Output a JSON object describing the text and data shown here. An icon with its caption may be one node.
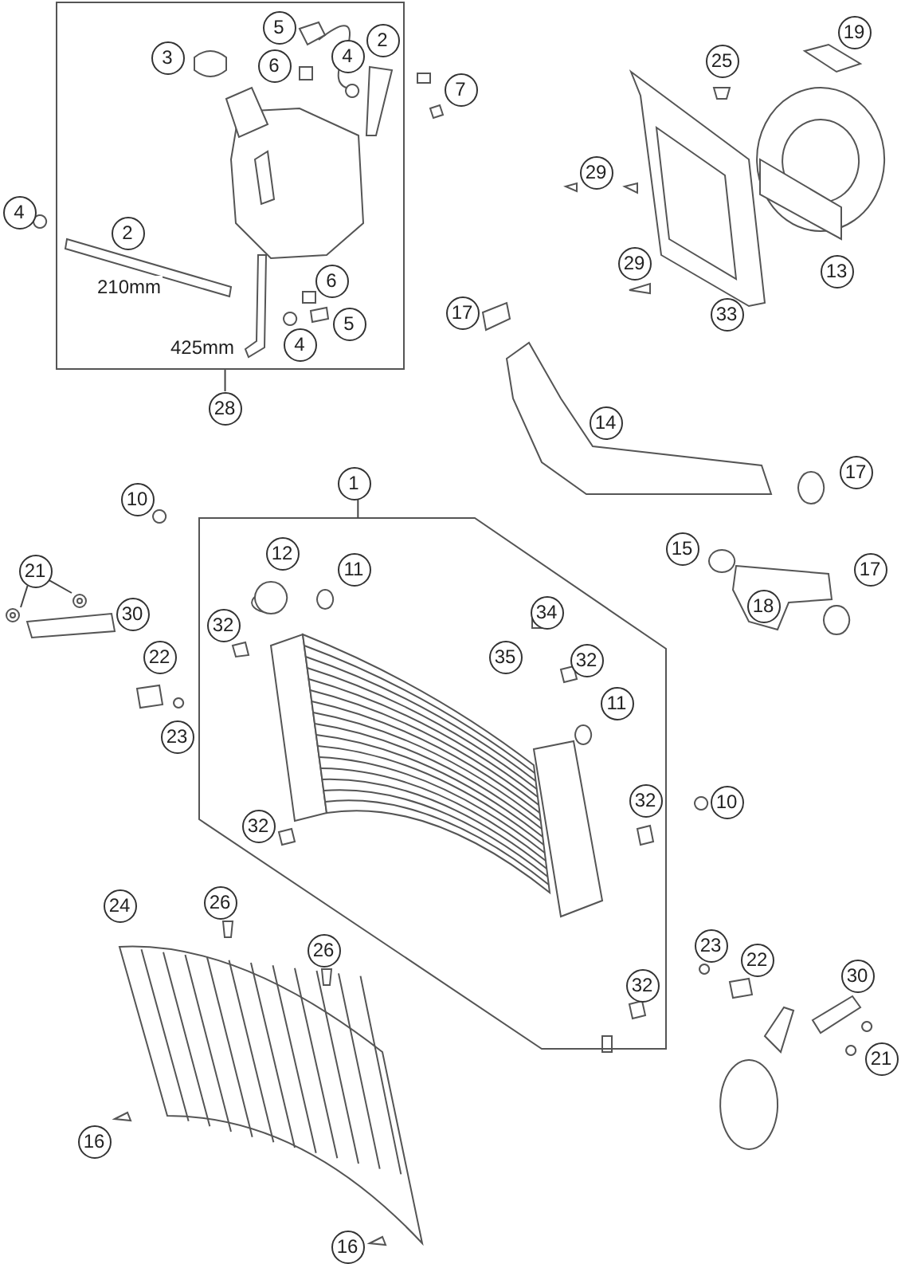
{
  "diagram": {
    "nodes": [
      {
        "text": [],
        "shape": "box"
      },
      {
        "text": [
          "3"
        ],
        "in": 0
      },
      {
        "text": [
          "5"
        ],
        "in": 0
      },
      {
        "text": [
          "2"
        ],
        "in": 0
      },
      {
        "text": [
          "6"
        ],
        "in": 0
      },
      {
        "text": [
          "4"
        ],
        "in": 0
      },
      {
        "text": [
          "7"
        ]
      },
      {
        "text": [
          "4"
        ]
      },
      {
        "text": [
          "2"
        ],
        "in": 0
      },
      {
        "text": [
          "6"
        ],
        "in": 0
      },
      {
        "text": [
          "5"
        ],
        "in": 0
      },
      {
        "text": [
          "4"
        ],
        "in": 0
      },
      {
        "text": [
          "28"
        ]
      },
      {
        "text": [
          "19"
        ]
      },
      {
        "text": [
          "25"
        ]
      },
      {
        "text": [
          "29"
        ]
      },
      {
        "text": [
          "29"
        ]
      },
      {
        "text": [
          "13"
        ]
      },
      {
        "text": [
          "17"
        ]
      },
      {
        "text": [
          "33"
        ]
      },
      {
        "text": [
          "14"
        ]
      },
      {
        "text": [
          "17"
        ]
      },
      {
        "text": [
          "1"
        ]
      },
      {
        "text": [
          "10"
        ]
      },
      {
        "text": [],
        "shape": "hexagon"
      },
      {
        "text": [
          "12"
        ],
        "in": 24
      },
      {
        "text": [
          "15"
        ]
      },
      {
        "text": [
          "11"
        ],
        "in": 24
      },
      {
        "text": [
          "17"
        ]
      },
      {
        "text": [
          "21"
        ]
      },
      {
        "text": [
          "18"
        ]
      },
      {
        "text": [
          "34"
        ],
        "in": 24
      },
      {
        "text": [
          "30"
        ]
      },
      {
        "text": [
          "32"
        ],
        "in": 24
      },
      {
        "text": [
          "22"
        ]
      },
      {
        "text": [
          "35"
        ],
        "in": 24
      },
      {
        "text": [
          "32"
        ],
        "in": 24
      },
      {
        "text": [
          "11"
        ],
        "in": 24
      },
      {
        "text": [
          "23"
        ]
      },
      {
        "text": [
          "32"
        ],
        "in": 24
      },
      {
        "text": [
          "10"
        ]
      },
      {
        "text": [
          "32"
        ],
        "in": 24
      },
      {
        "text": [
          "26"
        ]
      },
      {
        "text": [
          "24"
        ]
      },
      {
        "text": [
          "23"
        ]
      },
      {
        "text": [
          "26"
        ]
      },
      {
        "text": [
          "22"
        ]
      },
      {
        "text": [
          "30"
        ]
      },
      {
        "text": [
          "32"
        ],
        "in": 24
      },
      {
        "text": [
          "21"
        ]
      },
      {
        "text": [
          "16"
        ]
      },
      {
        "text": [
          "16"
        ]
      },
      {
        "text": [],
        "shape": "picture"
      },
      {
        "text": [],
        "shape": "picture"
      }
    ],
    "edges": [
      {
        "from": 12,
        "to": 0,
        "arrow": "none"
      },
      {
        "from": 22,
        "to": 24,
        "arrow": "none"
      },
      {
        "from": 29,
        "to": 52,
        "arrow": "none"
      },
      {
        "from": 29,
        "to": 53,
        "arrow": "none"
      }
    ],
    "labels": [
      "210mm",
      "425mm"
    ]
  }
}
